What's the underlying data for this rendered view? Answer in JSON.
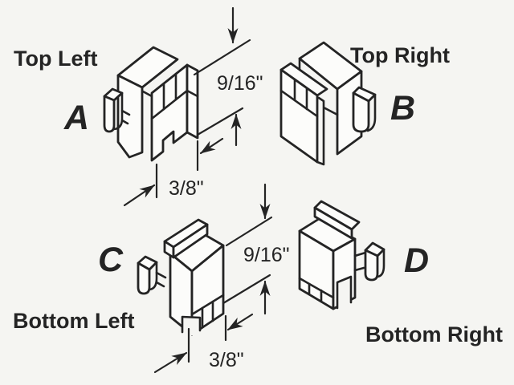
{
  "diagram": {
    "parts": [
      {
        "letter": "A",
        "position_label": "Top Left"
      },
      {
        "letter": "B",
        "position_label": "Top Right"
      },
      {
        "letter": "C",
        "position_label": "Bottom Left"
      },
      {
        "letter": "D",
        "position_label": "Bottom Right"
      }
    ],
    "dimensions": {
      "top_height": "9/16\"",
      "top_width": "3/8\"",
      "bottom_height": "9/16\"",
      "bottom_width": "3/8\""
    },
    "colors": {
      "paper": "#f5f5f2",
      "ink": "#242424",
      "face": "#fcfcfa"
    }
  }
}
